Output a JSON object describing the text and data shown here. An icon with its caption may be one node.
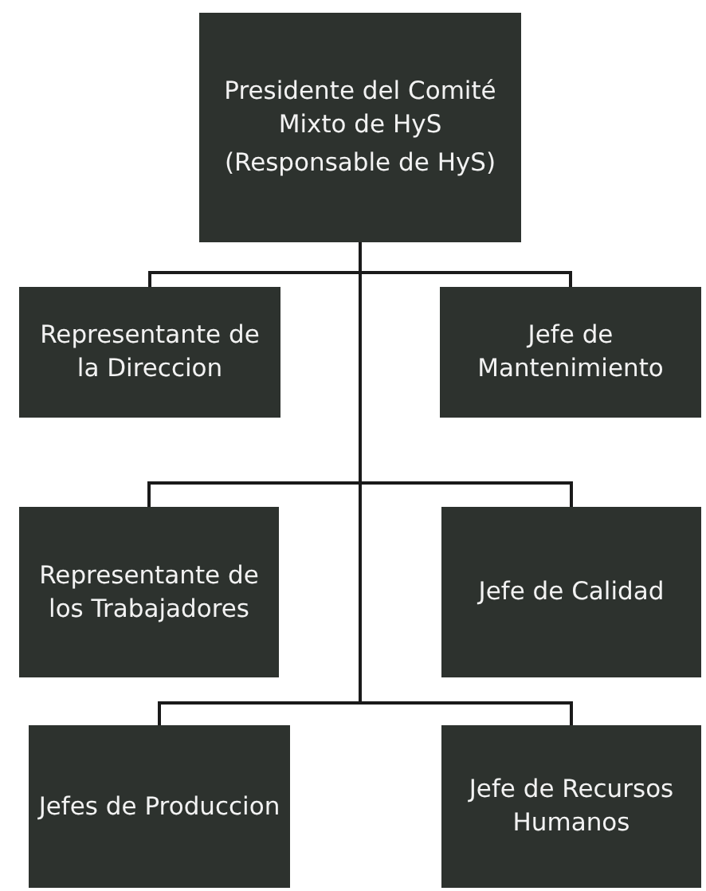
{
  "diagram": {
    "nodes": [
      {
        "text": [
          "Presidente del Comité Mixto de HyS",
          "(Responsable de HyS)"
        ]
      },
      {
        "text": [
          "Representante de la Direccion"
        ]
      },
      {
        "text": [
          "Jefe de Mantenimiento"
        ]
      },
      {
        "text": [
          "Representante de los Trabajadores"
        ]
      },
      {
        "text": [
          "Jefe de Calidad"
        ]
      },
      {
        "text": [
          "Jefes de Produccion"
        ]
      },
      {
        "text": [
          "Jefe de Recursos Humanos"
        ]
      }
    ],
    "edges": [
      {
        "from": 0,
        "to": 1,
        "arrow": "none"
      },
      {
        "from": 0,
        "to": 2,
        "arrow": "none"
      },
      {
        "from": 0,
        "to": 3,
        "arrow": "none"
      },
      {
        "from": 0,
        "to": 4,
        "arrow": "none"
      },
      {
        "from": 0,
        "to": 5,
        "arrow": "none"
      },
      {
        "from": 0,
        "to": 6,
        "arrow": "none"
      }
    ]
  }
}
